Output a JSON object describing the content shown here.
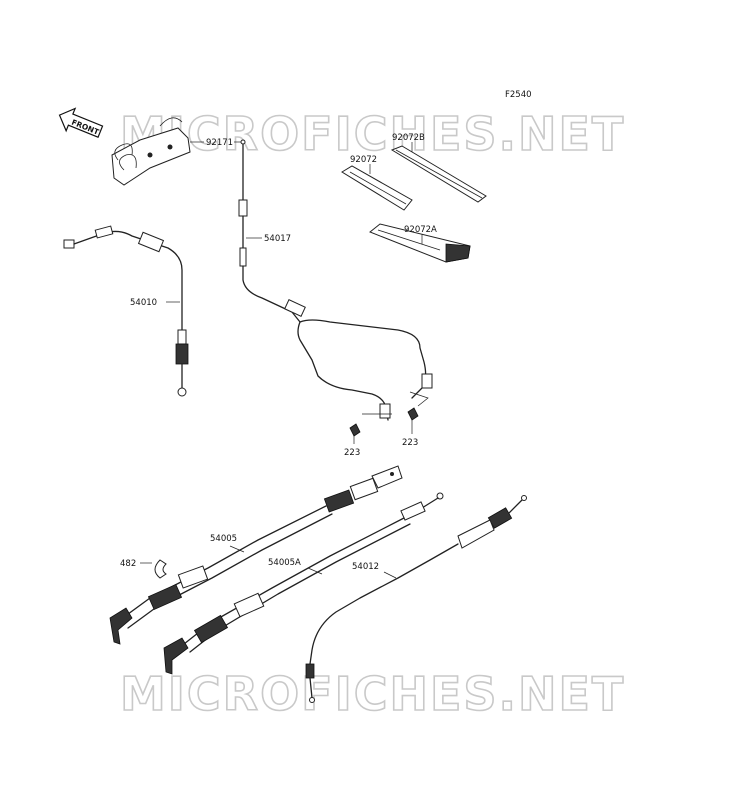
{
  "diagram_code": "F2540",
  "front_arrow_label": "FRONT",
  "watermark": "MICROFICHES.NET",
  "parts": {
    "p92171": "92171",
    "p92072B": "92072B",
    "p92072": "92072",
    "p92072A": "92072A",
    "p54017": "54017",
    "p54010": "54010",
    "p223_left": "223",
    "p223_right": "223",
    "p54005": "54005",
    "p54005A": "54005A",
    "p482": "482",
    "p54012": "54012"
  }
}
